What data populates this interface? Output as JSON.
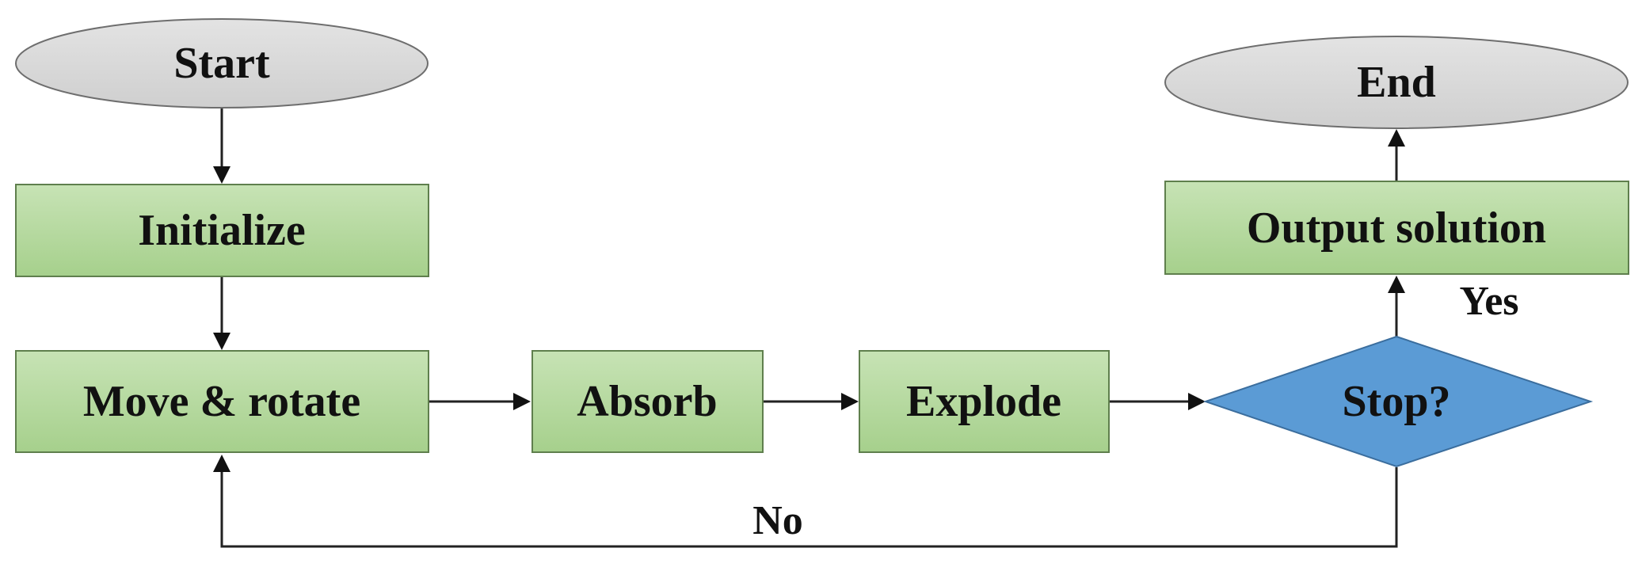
{
  "colors": {
    "terminal_fill": "#d9d9d9",
    "terminal_stroke": "#6e6e6e",
    "process_fill_top": "#c7e3b5",
    "process_fill_bottom": "#a6d08c",
    "process_stroke": "#5f7f4d",
    "decision_fill": "#5b9bd5",
    "decision_stroke": "#3b6e9e"
  },
  "nodes": {
    "start": "Start",
    "initialize": "Initialize",
    "move_rotate": "Move & rotate",
    "absorb": "Absorb",
    "explode": "Explode",
    "stop": "Stop?",
    "output_solution": "Output solution",
    "end": "End"
  },
  "edges": {
    "yes": "Yes",
    "no": "No"
  }
}
